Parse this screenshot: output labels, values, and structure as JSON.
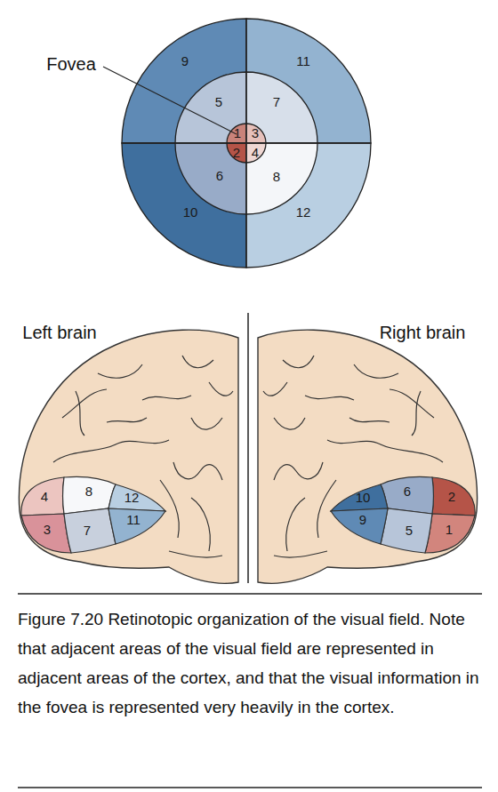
{
  "diagram": {
    "caption": "Figure 7.20 Retinotopic organization of the visual field. Note that adjacent areas of the visual field are represented in adjacent areas of the cortex, and that the visual information in the fovea is represented very heavily in the cortex.",
    "labels": [
      "Fovea",
      "9",
      "11",
      "5",
      "7",
      "1",
      "3",
      "2",
      "4",
      "6",
      "8",
      "10",
      "12",
      "Left brain",
      "Right brain",
      "4",
      "8",
      "12",
      "3",
      "7",
      "11",
      "10",
      "6",
      "2",
      "9",
      "5",
      "1"
    ]
  }
}
